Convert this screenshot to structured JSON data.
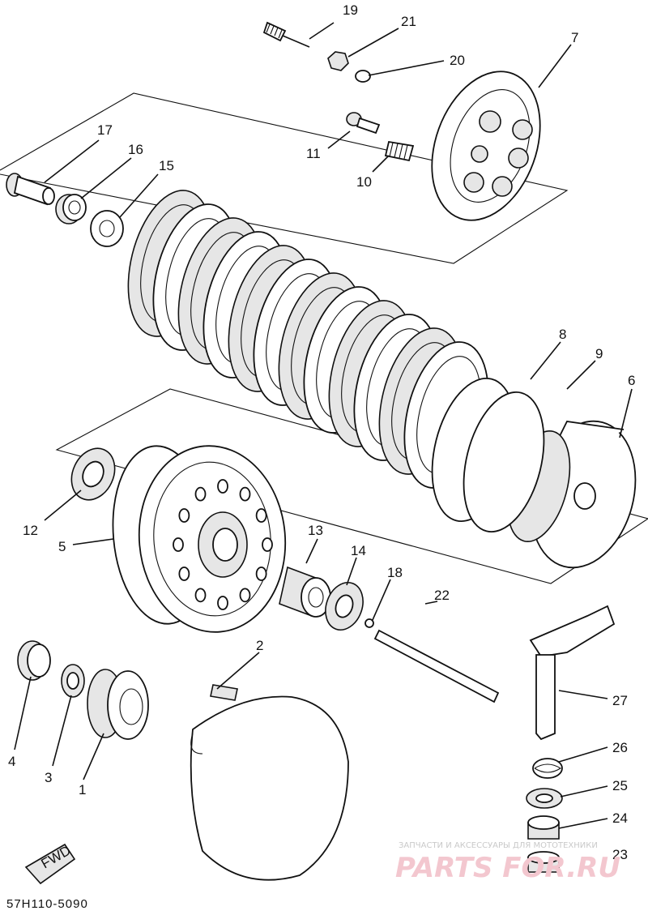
{
  "callouts": {
    "p1": "1",
    "p2": "2",
    "p3": "3",
    "p4": "4",
    "p5": "5",
    "p6": "6",
    "p7": "7",
    "p8": "8",
    "p9": "9",
    "p10": "10",
    "p11": "11",
    "p12": "12",
    "p13": "13",
    "p14": "14",
    "p15": "15",
    "p16": "16",
    "p17": "17",
    "p18": "18",
    "p19": "19",
    "p20": "20",
    "p21": "21",
    "p22": "22",
    "p23": "23",
    "p24": "24",
    "p25": "25",
    "p26": "26",
    "p27": "27"
  },
  "diagram_code": "57H110-5090",
  "fwd_mark": "FWD",
  "watermark": {
    "tagline": "ЗАПЧАСТИ И АКСЕССУАРЫ ДЛЯ МОТОТЕХНИКИ",
    "logo": "PARTS FOR.RU"
  }
}
